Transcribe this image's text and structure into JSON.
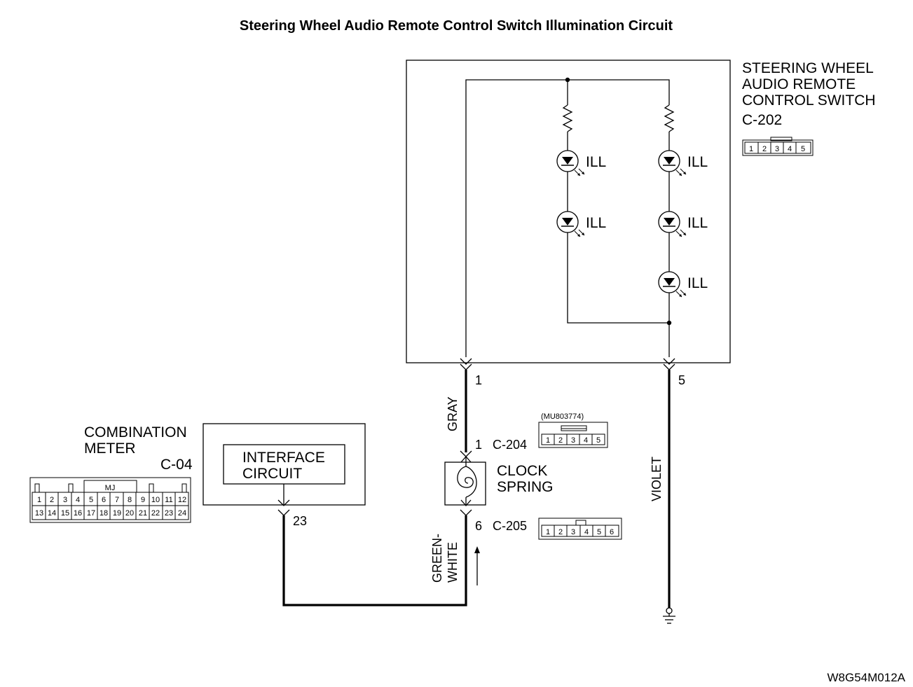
{
  "title": "Steering Wheel Audio Remote Control Switch Illumination Circuit",
  "switch_unit": {
    "name_lines": [
      "STEERING WHEEL",
      "AUDIO REMOTE",
      "CONTROL SWITCH"
    ],
    "connector": "C-202",
    "connector_pins": [
      "1",
      "2",
      "3",
      "4",
      "5"
    ],
    "led_label": "ILL",
    "pin_left": "1",
    "pin_right": "5"
  },
  "combination_meter": {
    "name_lines": [
      "COMBINATION",
      "METER"
    ],
    "connector": "C-04",
    "connector_tag": "MJ",
    "pins_top": [
      "1",
      "2",
      "3",
      "4",
      "5",
      "6",
      "7",
      "8",
      "9",
      "10",
      "11",
      "12"
    ],
    "pins_bottom": [
      "13",
      "14",
      "15",
      "16",
      "17",
      "18",
      "19",
      "20",
      "21",
      "22",
      "23",
      "24"
    ],
    "interface_lines": [
      "INTERFACE",
      "CIRCUIT"
    ],
    "pin": "23"
  },
  "clock_spring": {
    "name_lines": [
      "CLOCK",
      "SPRING"
    ],
    "upper_pin": "1",
    "upper_connector": "C-204",
    "upper_part_number": "(MU803774)",
    "upper_pins": [
      "1",
      "2",
      "3",
      "4",
      "5"
    ],
    "lower_pin": "6",
    "lower_connector": "C-205",
    "lower_pins": [
      "1",
      "2",
      "3",
      "4",
      "5",
      "6"
    ]
  },
  "wires": {
    "gray": "GRAY",
    "green_white": [
      "GREEN-",
      "WHITE"
    ],
    "violet": "VIOLET"
  },
  "diagram_code": "W8G54M012A"
}
